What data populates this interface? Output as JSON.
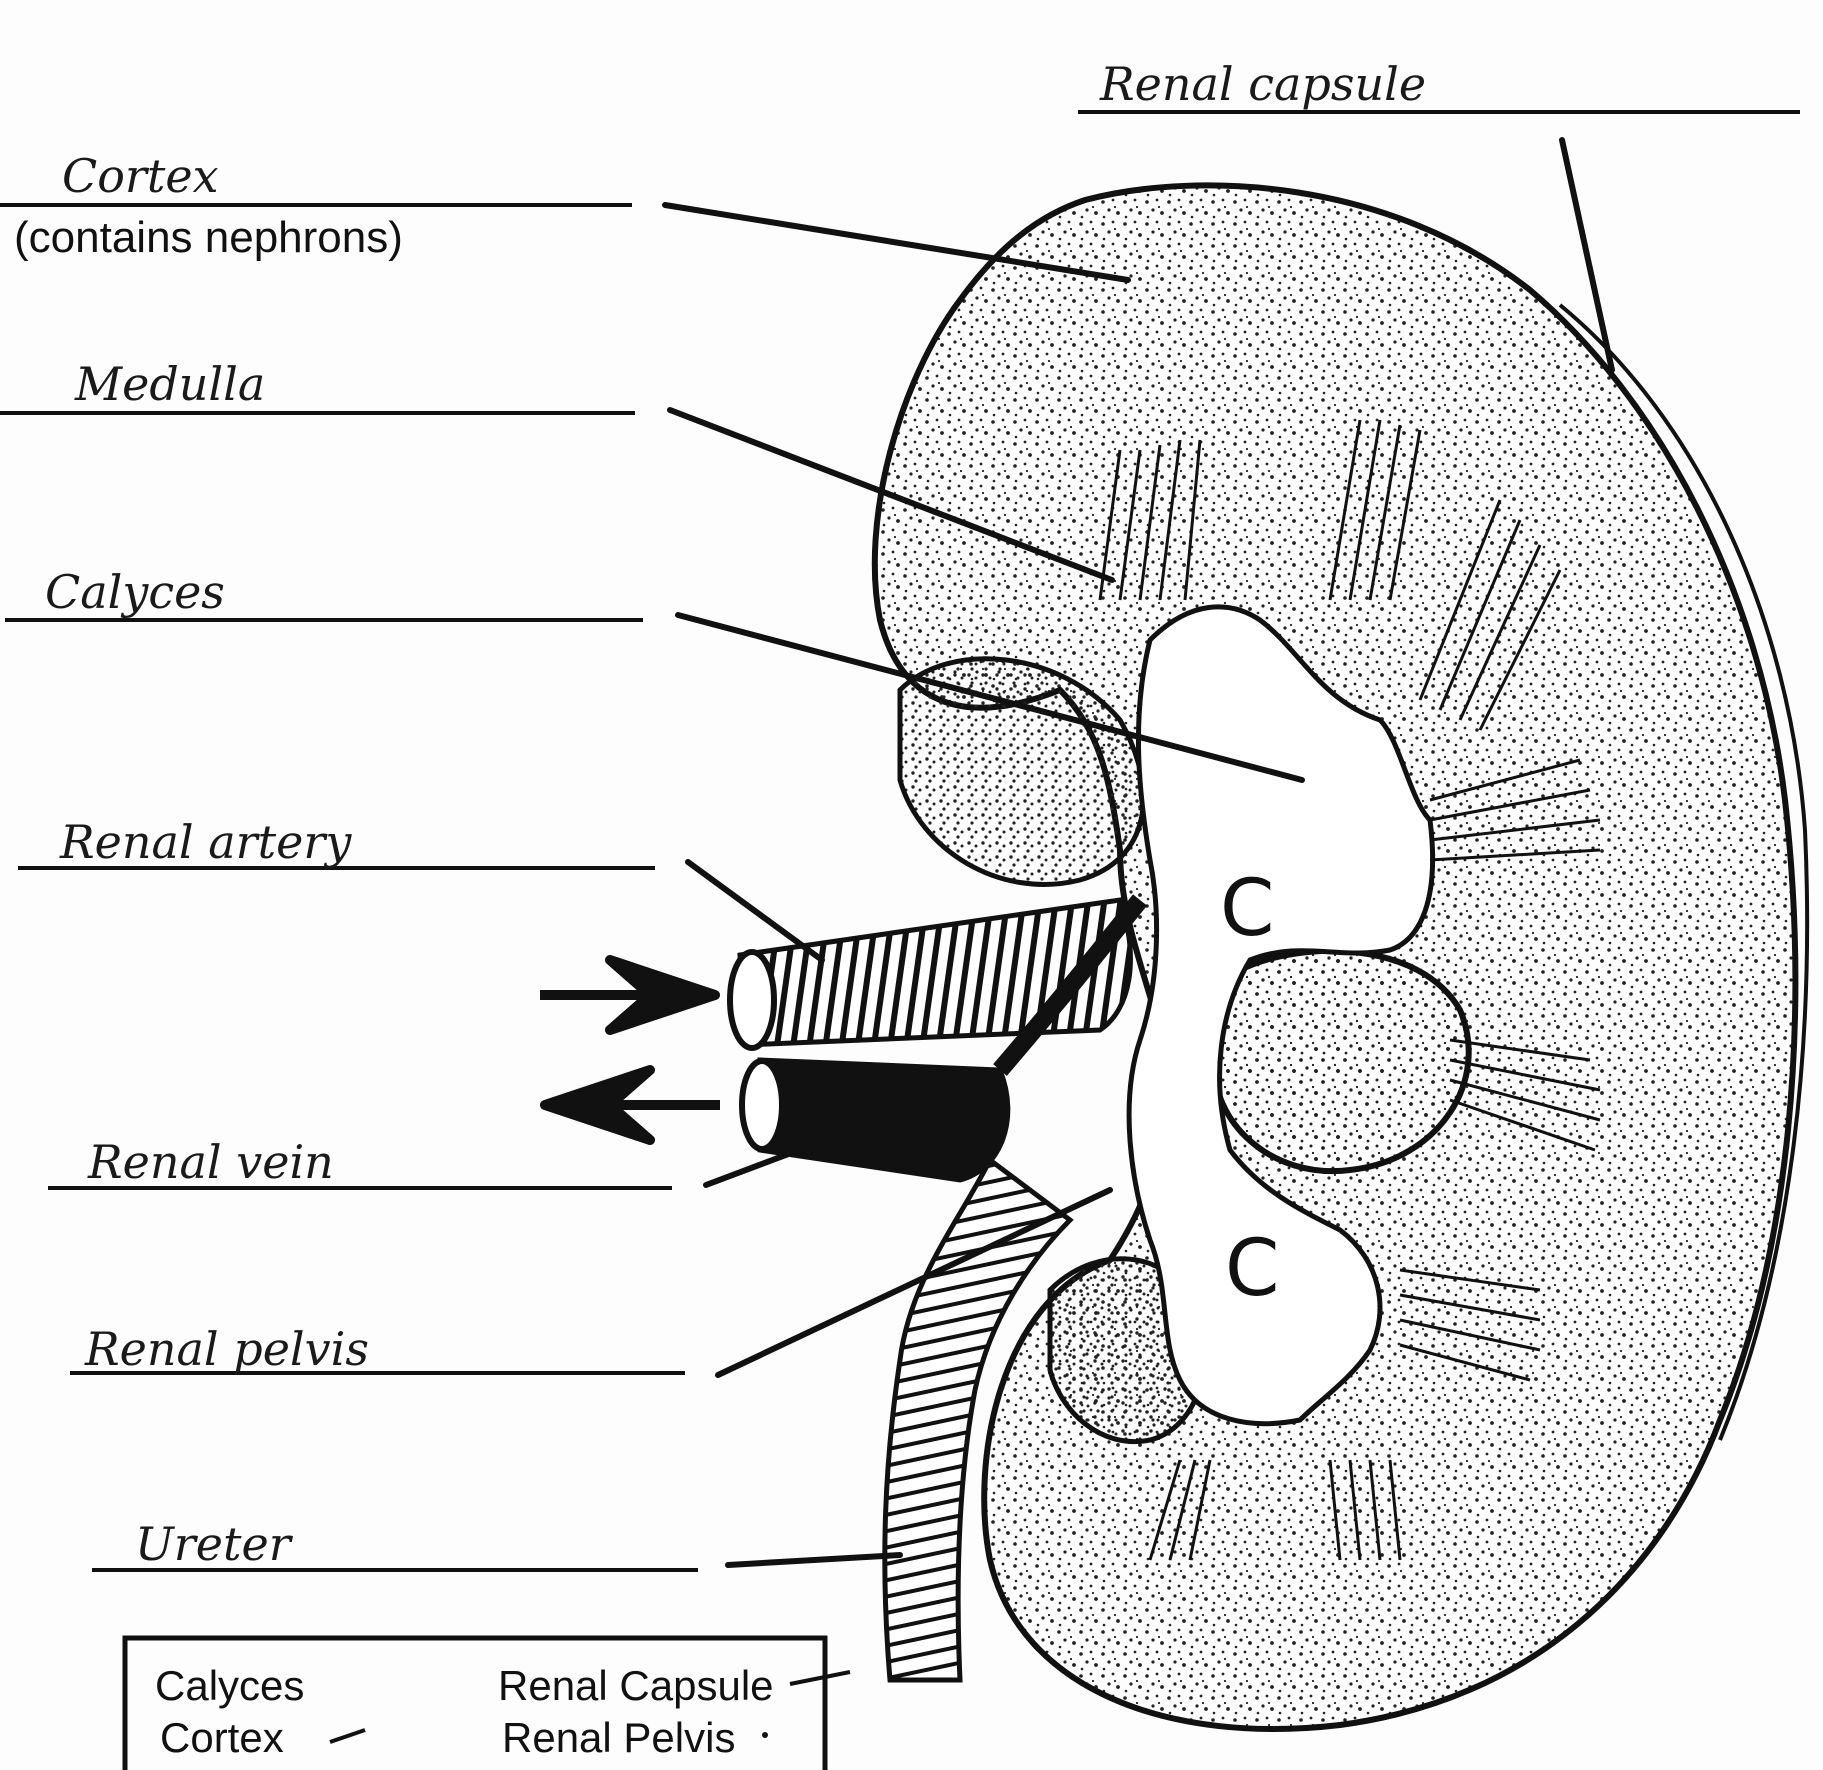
{
  "labels": {
    "renal_capsule": "Renal capsule",
    "cortex": "Cortex",
    "cortex_note": "(contains nephrons)",
    "medulla": "Medulla",
    "calyces": "Calyces",
    "renal_artery": "Renal artery",
    "renal_vein": "Renal vein",
    "renal_pelvis": "Renal pelvis",
    "ureter": "Ureter"
  },
  "diagram_marks": {
    "calyx_upper": "C",
    "calyx_lower": "C"
  },
  "word_bank": {
    "col1": [
      "Calyces",
      "Cortex"
    ],
    "col2": [
      "Renal Capsule",
      "Renal Pelvis"
    ]
  },
  "colors": {
    "ink": "#111111",
    "paper": "#fdfdfd"
  }
}
